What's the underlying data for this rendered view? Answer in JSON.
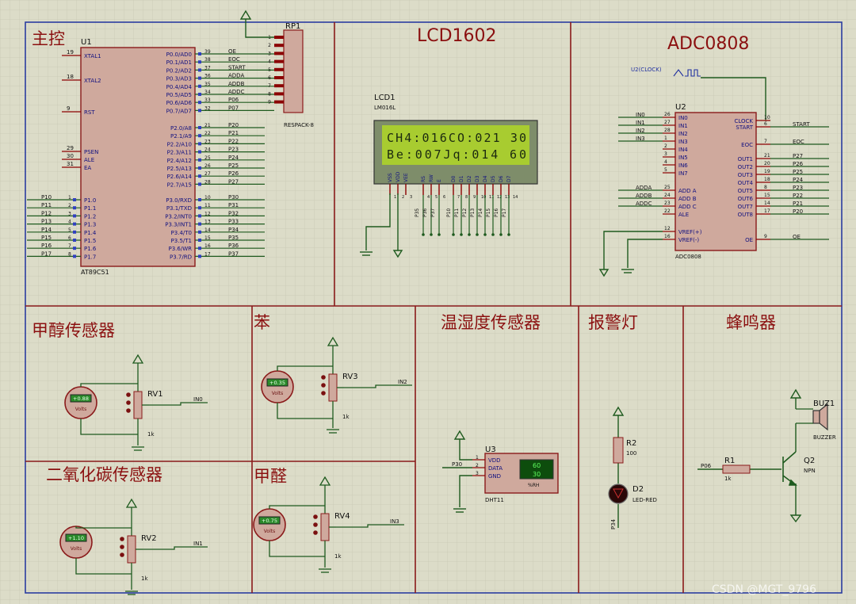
{
  "sections": {
    "main": "主控",
    "lcd": "LCD1602",
    "adc": "ADC0808",
    "methanol": "甲醇传感器",
    "benzene": "苯",
    "temp": "温湿度传感器",
    "alarm": "报警灯",
    "buzzer": "蜂鸣器",
    "co2": "二氧化碳传感器",
    "formaldehyde": "甲醛"
  },
  "u1": {
    "ref": "U1",
    "part": "AT89C51",
    "left_pins": [
      {
        "num": "19",
        "name": "XTAL1"
      },
      {
        "num": "18",
        "name": "XTAL2"
      },
      {
        "num": "9",
        "name": "RST"
      },
      {
        "num": "29",
        "name": "PSEN"
      },
      {
        "num": "30",
        "name": "ALE"
      },
      {
        "num": "31",
        "name": "EA"
      }
    ],
    "p1_pins": [
      {
        "num": "1",
        "name": "P1.0",
        "net": "P10"
      },
      {
        "num": "2",
        "name": "P1.1",
        "net": "P11"
      },
      {
        "num": "3",
        "name": "P1.2",
        "net": "P12"
      },
      {
        "num": "4",
        "name": "P1.3",
        "net": "P13"
      },
      {
        "num": "5",
        "name": "P1.4",
        "net": "P14"
      },
      {
        "num": "6",
        "name": "P1.5",
        "net": "P15"
      },
      {
        "num": "7",
        "name": "P1.6",
        "net": "P16"
      },
      {
        "num": "8",
        "name": "P1.7",
        "net": "P17"
      }
    ],
    "p0_pins": [
      {
        "num": "39",
        "name": "P0.0/AD0",
        "net": "OE"
      },
      {
        "num": "38",
        "name": "P0.1/AD1",
        "net": "EOC"
      },
      {
        "num": "37",
        "name": "P0.2/AD2",
        "net": "START"
      },
      {
        "num": "36",
        "name": "P0.3/AD3",
        "net": "ADDA"
      },
      {
        "num": "35",
        "name": "P0.4/AD4",
        "net": "ADDB"
      },
      {
        "num": "34",
        "name": "P0.5/AD5",
        "net": "ADDC"
      },
      {
        "num": "33",
        "name": "P0.6/AD6",
        "net": "P06"
      },
      {
        "num": "32",
        "name": "P0.7/AD7",
        "net": "P07"
      }
    ],
    "p2_pins": [
      {
        "num": "21",
        "name": "P2.0/A8",
        "net": "P20"
      },
      {
        "num": "22",
        "name": "P2.1/A9",
        "net": "P21"
      },
      {
        "num": "23",
        "name": "P2.2/A10",
        "net": "P22"
      },
      {
        "num": "24",
        "name": "P2.3/A11",
        "net": "P23"
      },
      {
        "num": "25",
        "name": "P2.4/A12",
        "net": "P24"
      },
      {
        "num": "26",
        "name": "P2.5/A13",
        "net": "P25"
      },
      {
        "num": "27",
        "name": "P2.6/A14",
        "net": "P26"
      },
      {
        "num": "28",
        "name": "P2.7/A15",
        "net": "P27"
      }
    ],
    "p3_pins": [
      {
        "num": "10",
        "name": "P3.0/RXD",
        "net": "P30"
      },
      {
        "num": "11",
        "name": "P3.1/TXD",
        "net": "P31"
      },
      {
        "num": "12",
        "name": "P3.2/INT0",
        "net": "P32"
      },
      {
        "num": "13",
        "name": "P3.3/INT1",
        "net": "P33"
      },
      {
        "num": "14",
        "name": "P3.4/T0",
        "net": "P34"
      },
      {
        "num": "15",
        "name": "P3.5/T1",
        "net": "P35"
      },
      {
        "num": "16",
        "name": "P3.6/WR",
        "net": "P36"
      },
      {
        "num": "17",
        "name": "P3.7/RD",
        "net": "P37"
      }
    ]
  },
  "rp1": {
    "ref": "RP1",
    "part": "RESPACK-8",
    "pins": [
      "1",
      "2",
      "3",
      "4",
      "5",
      "6",
      "7",
      "8",
      "9"
    ]
  },
  "lcd1": {
    "ref": "LCD1",
    "part": "LM016L",
    "line1": "CH4:016CO:021 30",
    "line2": "Be:007Jq:014  60",
    "pins": [
      "VSS",
      "VDD",
      "VEE",
      "RS",
      "RW",
      "E",
      "D0",
      "D1",
      "D2",
      "D3",
      "D4",
      "D5",
      "D6",
      "D7"
    ],
    "pin_nums": [
      "1",
      "2",
      "3",
      "4",
      "5",
      "6",
      "7",
      "8",
      "9",
      "10",
      "11",
      "12",
      "13",
      "14"
    ],
    "nets": [
      "P35",
      "P36",
      "P37",
      "P10",
      "P11",
      "P12",
      "P13",
      "P14",
      "P15",
      "P16",
      "P17"
    ]
  },
  "u2": {
    "ref": "U2",
    "part": "ADC0808",
    "clock_label": "U2(CLOCK)",
    "left_pins": [
      {
        "num": "26",
        "name": "IN0",
        "net": "IN0"
      },
      {
        "num": "27",
        "name": "IN1",
        "net": "IN1"
      },
      {
        "num": "28",
        "name": "IN2",
        "net": "IN2"
      },
      {
        "num": "1",
        "name": "IN3",
        "net": "IN3"
      },
      {
        "num": "2",
        "name": "IN4",
        "net": ""
      },
      {
        "num": "3",
        "name": "IN5",
        "net": ""
      },
      {
        "num": "4",
        "name": "IN6",
        "net": ""
      },
      {
        "num": "5",
        "name": "IN7",
        "net": ""
      },
      {
        "num": "25",
        "name": "ADD A",
        "net": "ADDA"
      },
      {
        "num": "24",
        "name": "ADD B",
        "net": "ADDB"
      },
      {
        "num": "23",
        "name": "ADD C",
        "net": "ADDC"
      },
      {
        "num": "22",
        "name": "ALE",
        "net": ""
      },
      {
        "num": "12",
        "name": "VREF(+)",
        "net": ""
      },
      {
        "num": "16",
        "name": "VREF(-)",
        "net": ""
      }
    ],
    "right_pins": [
      {
        "num": "10",
        "name": "CLOCK",
        "net": ""
      },
      {
        "num": "6",
        "name": "START",
        "net": "START"
      },
      {
        "num": "7",
        "name": "EOC",
        "net": "EOC"
      },
      {
        "num": "21",
        "name": "OUT1",
        "net": "P27"
      },
      {
        "num": "20",
        "name": "OUT2",
        "net": "P26"
      },
      {
        "num": "19",
        "name": "OUT3",
        "net": "P25"
      },
      {
        "num": "18",
        "name": "OUT4",
        "net": "P24"
      },
      {
        "num": "8",
        "name": "OUT5",
        "net": "P23"
      },
      {
        "num": "15",
        "name": "OUT6",
        "net": "P22"
      },
      {
        "num": "14",
        "name": "OUT7",
        "net": "P21"
      },
      {
        "num": "17",
        "name": "OUT8",
        "net": "P20"
      },
      {
        "num": "9",
        "name": "OE",
        "net": "OE"
      }
    ]
  },
  "rv1": {
    "ref": "RV1",
    "value": "1k",
    "net": "IN0",
    "meter": "+0.88",
    "unit": "Volts"
  },
  "rv2": {
    "ref": "RV2",
    "value": "1k",
    "net": "IN1",
    "meter": "+1.10",
    "unit": "Volts"
  },
  "rv3": {
    "ref": "RV3",
    "value": "1k",
    "net": "IN2",
    "meter": "+0.35",
    "unit": "Volts"
  },
  "rv4": {
    "ref": "RV4",
    "value": "1k",
    "net": "IN3",
    "meter": "+0.75",
    "unit": "Volts"
  },
  "u3": {
    "ref": "U3",
    "part": "DHT11",
    "net": "P30",
    "pin_nums": [
      "1",
      "2",
      "3"
    ],
    "pins": [
      "VDD",
      "DATA",
      "GND"
    ],
    "temp": "60",
    "hum": "30",
    "unit_label": "%RH"
  },
  "r2": {
    "ref": "R2",
    "value": "100"
  },
  "d2": {
    "ref": "D2",
    "part": "LED-RED",
    "net": "P34"
  },
  "r1": {
    "ref": "R1",
    "value": "1k",
    "net": "P06"
  },
  "q2": {
    "ref": "Q2",
    "part": "NPN"
  },
  "buz1": {
    "ref": "BUZ1",
    "part": "BUZZER"
  },
  "watermark": "CSDN @MGT_9796",
  "colors": {
    "wire": "#1e5a1e",
    "body": "#cfa99d",
    "outline": "#8a1a1a",
    "pin": "#8b0000",
    "text": "#101080",
    "lcd_bg": "#a8cc30",
    "meter_screen": "#2b8a2b",
    "grid": "#c9c9b4"
  }
}
